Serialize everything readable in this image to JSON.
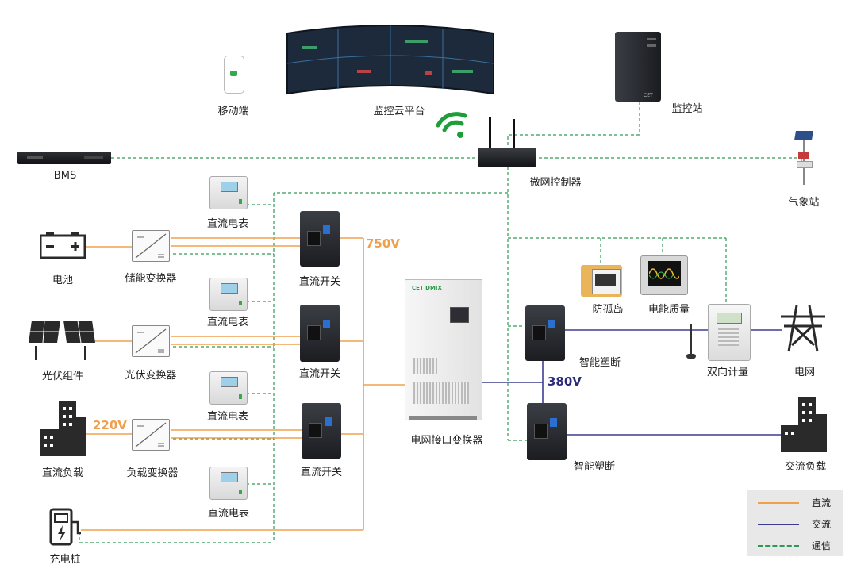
{
  "labels": {
    "mobile": "移动端",
    "cloud": "监控云平台",
    "station": "监控站",
    "bms": "BMS",
    "controller": "微网控制器",
    "weather": "气象站",
    "dc_meter_1": "直流电表",
    "dc_meter_2": "直流电表",
    "dc_meter_3": "直流电表",
    "dc_meter_4": "直流电表",
    "battery": "电池",
    "storage_converter": "储能变换器",
    "dc_switch_1": "直流开关",
    "dc_switch_2": "直流开关",
    "dc_switch_3": "直流开关",
    "pv": "光伏组件",
    "pv_converter": "光伏变换器",
    "dc_load": "直流负载",
    "load_converter": "负载变换器",
    "charger": "充电桩",
    "grid_converter": "电网接口变换器",
    "anti_island": "防孤岛",
    "power_quality": "电能质量",
    "smart_breaker_1": "智能塑断",
    "smart_breaker_2": "智能塑断",
    "bidirectional_meter": "双向计量",
    "grid": "电网",
    "ac_load": "交流负载"
  },
  "voltages": {
    "v750": "750V",
    "v380": "380V",
    "v220": "220V"
  },
  "device_text": {
    "cabinet_brand": "CET DMIX",
    "station_brand": "CET"
  },
  "legend": {
    "dc": "直流",
    "ac": "交流",
    "comm": "通信"
  },
  "colors": {
    "dc": "#f0a04b",
    "ac": "#3d3d8f",
    "comm": "#2f9a55",
    "voltage_dc": "#f0a04b",
    "voltage_ac": "#2b2b7a",
    "wifi": "#1e9e3a"
  }
}
